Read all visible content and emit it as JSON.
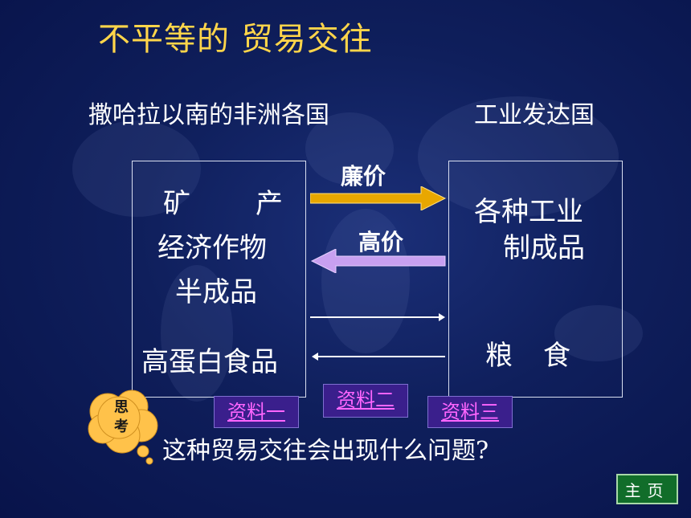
{
  "title": "不平等的 贸易交往",
  "left_region": {
    "heading": "撒哈拉以南的非洲各国",
    "items": [
      "矿",
      "产",
      "经济作物",
      "半成品",
      "高蛋白食品"
    ]
  },
  "right_region": {
    "heading": "工业发达国",
    "items": [
      "各种工业",
      "制成品",
      "粮",
      "食"
    ]
  },
  "arrows": {
    "cheap_label": "廉价",
    "high_label": "高价"
  },
  "links": [
    "资料一",
    "资料二",
    "资料三"
  ],
  "think_bubble": [
    "思",
    "考"
  ],
  "question": "这种贸易交往会出现什么问题?",
  "home_button": "主页",
  "colors": {
    "title": "#ffd54a",
    "cheap_arrow": "#e8a700",
    "high_arrow": "#c8a0f0",
    "link_text": "#ff66ff",
    "link_bg": "#3a1f8c",
    "home_bg": "#116d2a",
    "bubble": "#ffc24a"
  }
}
